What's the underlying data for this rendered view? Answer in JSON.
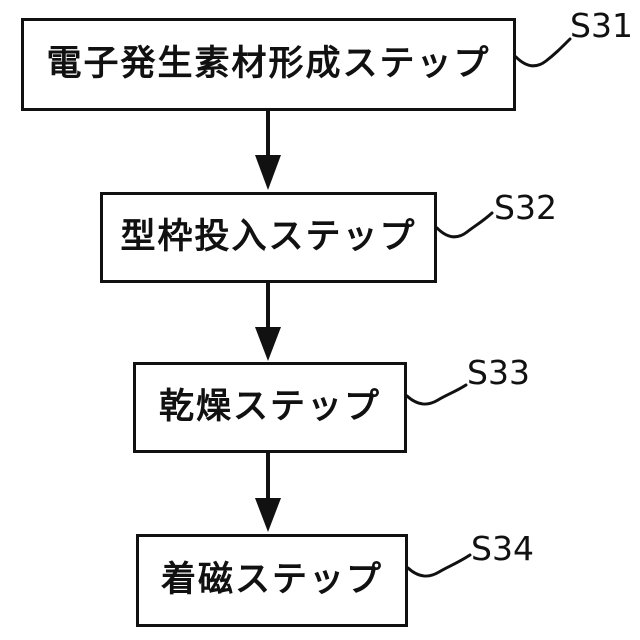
{
  "figure": {
    "type": "flowchart",
    "colors": {
      "background": "#ffffff",
      "line": "#111111",
      "text": "#111111"
    },
    "steps": [
      {
        "id": "S31",
        "label": "電子発生素材形成ステップ"
      },
      {
        "id": "S32",
        "label": "型枠投入ステップ"
      },
      {
        "id": "S33",
        "label": "乾燥ステップ"
      },
      {
        "id": "S34",
        "label": "着磁ステップ"
      }
    ]
  }
}
